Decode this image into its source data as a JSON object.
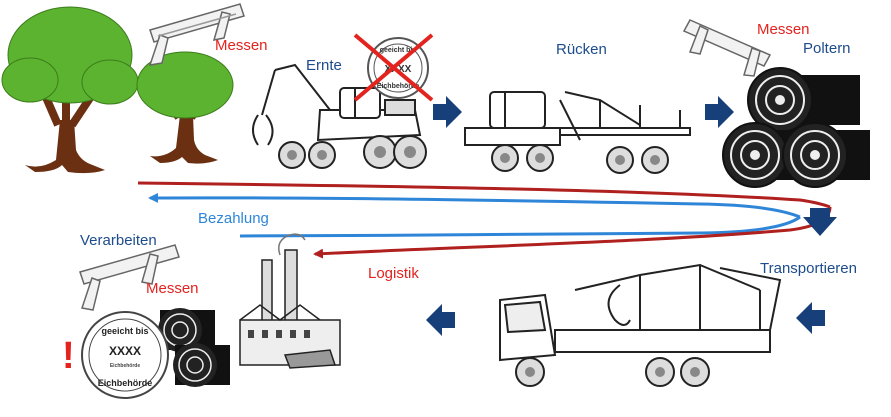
{
  "colors": {
    "label_blue": "#1d4c8c",
    "label_red": "#e3231e",
    "logistics_arrow": "#b0201e",
    "payment_arrow": "#2f86d8",
    "step_arrow": "#173f7a",
    "tree_green": "#5cb32f",
    "trunk_brown": "#6b2f12"
  },
  "labels": {
    "messen_1": "Messen",
    "ernte": "Ernte",
    "ruecken": "Rücken",
    "messen_2": "Messen",
    "poltern": "Poltern",
    "bezahlung": "Bezahlung",
    "verarbeiten": "Verarbeiten",
    "logistik": "Logistik",
    "messen_3": "Messen",
    "transportieren": "Transportieren",
    "exclamation": "!"
  },
  "stamps": {
    "small": {
      "top_text": "geeicht bis",
      "middle_text": "XXXX",
      "bottom_text": "Eichbehörde"
    },
    "large": {
      "top_text": "geeicht bis",
      "middle_text": "XXXX",
      "small_text": "Eichbehörde",
      "bottom_text": "Eichbehörde"
    }
  },
  "icons": [
    "tree-large-icon",
    "tree-small-icon",
    "caliper-icon",
    "harvester-icon",
    "crossed-stamp-icon",
    "forwarder-icon",
    "log-pile-icon",
    "log-truck-icon",
    "factory-icon",
    "verified-stamp-icon",
    "arrow-right-icon",
    "arrow-left-icon",
    "arrow-down-icon"
  ]
}
